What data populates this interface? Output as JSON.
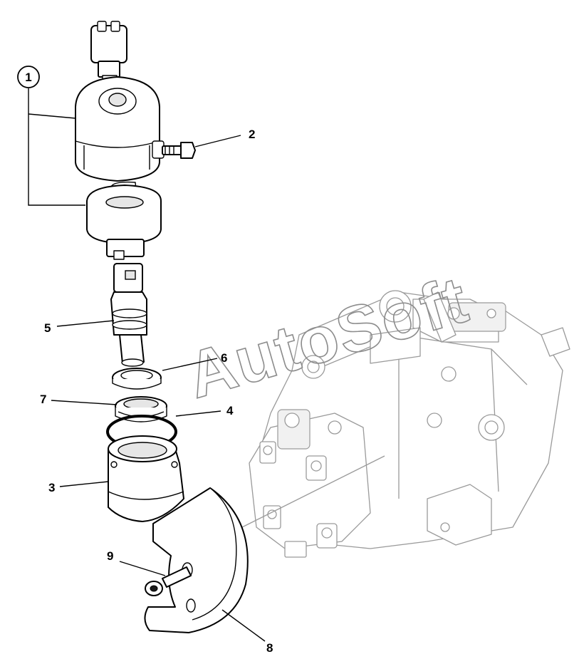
{
  "watermark": "AutoSoft",
  "callouts": {
    "c1": "1",
    "c2": "2",
    "c3": "3",
    "c4": "4",
    "c5": "5",
    "c6": "6",
    "c7": "7",
    "c8": "8",
    "c9": "9"
  }
}
